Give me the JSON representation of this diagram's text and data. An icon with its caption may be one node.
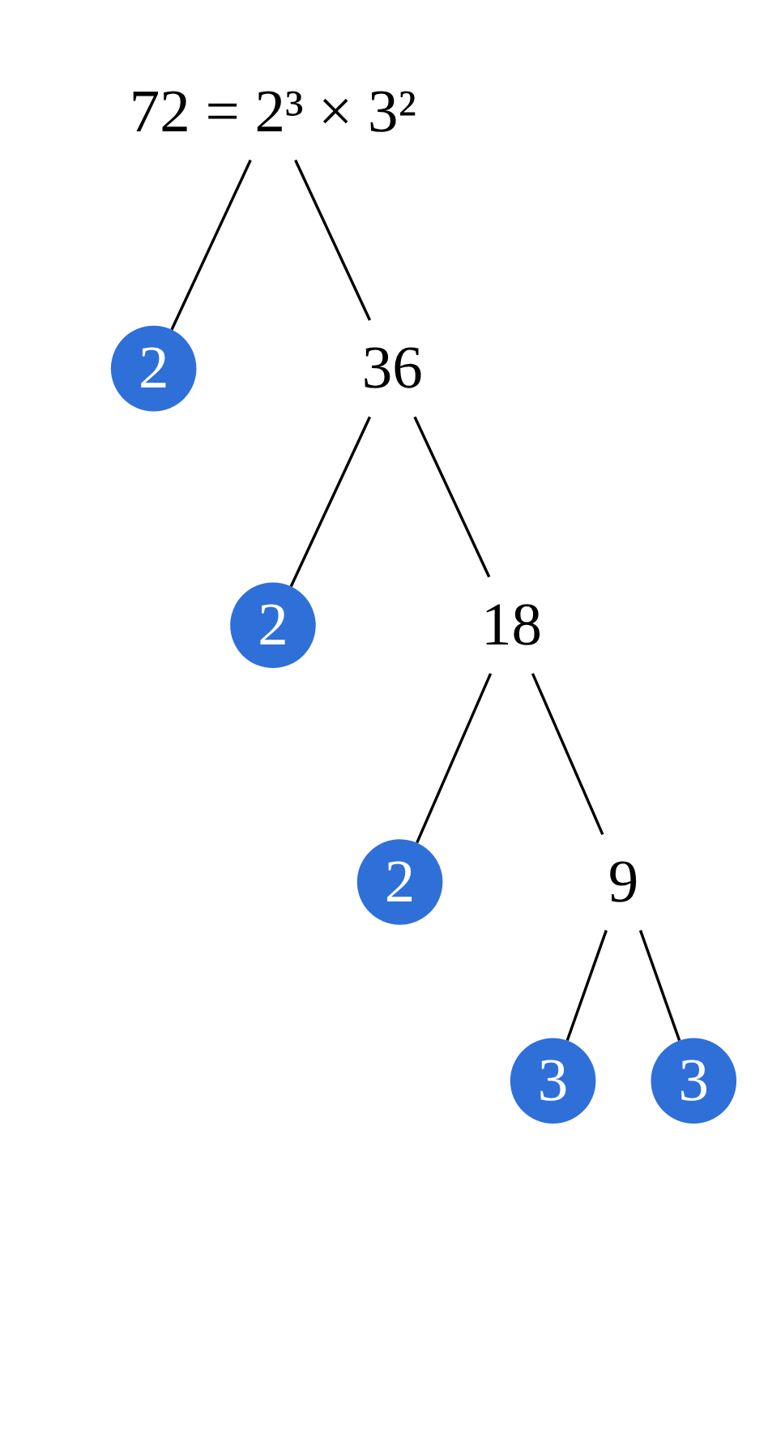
{
  "diagram": {
    "nodes": [
      {
        "text": [
          "72 = 2³ × 3²"
        ]
      },
      {
        "text": [
          "2"
        ]
      },
      {
        "text": [
          "36"
        ]
      },
      {
        "text": [
          "2"
        ]
      },
      {
        "text": [
          "18"
        ]
      },
      {
        "text": [
          "2"
        ]
      },
      {
        "text": [
          "9"
        ]
      },
      {
        "text": [
          "3"
        ]
      },
      {
        "text": [
          "3"
        ]
      }
    ],
    "edges": [
      {
        "from": 0,
        "to": 1,
        "arrow": "none"
      },
      {
        "from": 0,
        "to": 2,
        "arrow": "none"
      },
      {
        "from": 2,
        "to": 3,
        "arrow": "none"
      },
      {
        "from": 2,
        "to": 4,
        "arrow": "none"
      },
      {
        "from": 4,
        "to": 5,
        "arrow": "none"
      },
      {
        "from": 4,
        "to": 6,
        "arrow": "none"
      },
      {
        "from": 6,
        "to": 7,
        "arrow": "none"
      },
      {
        "from": 6,
        "to": 8,
        "arrow": "none"
      }
    ]
  }
}
